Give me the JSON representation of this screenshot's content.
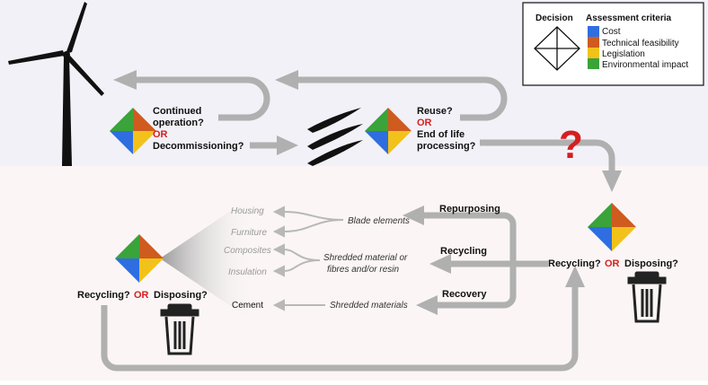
{
  "colors": {
    "top_bg": "#f1f1f7",
    "bottom_bg": "#fbf5f5",
    "arrow": "#b0b0b0",
    "accent_red": "#d62020",
    "cost": "#2f6ee0",
    "technical": "#cf5b1e",
    "legislation": "#f2c21a",
    "environmental": "#3aa33a"
  },
  "legend": {
    "decision_label": "Decision",
    "criteria_title": "Assessment criteria",
    "items": [
      "Cost",
      "Technical feasibility",
      "Legislation",
      "Environmental impact"
    ]
  },
  "decision_top_left": {
    "line1": "Continued",
    "line2": "operation?",
    "or": "OR",
    "line3": "Decommissioning?"
  },
  "decision_top_mid": {
    "line1": "Reuse?",
    "or": "OR",
    "line2": "End of life",
    "line3": "processing?"
  },
  "question_mark": "?",
  "right_decision": {
    "left": "Recycling?",
    "or": "OR",
    "right": "Disposing?"
  },
  "left_decision": {
    "left": "Recycling?",
    "or": "OR",
    "right": "Disposing?"
  },
  "routes": {
    "repurposing": "Repurposing",
    "recycling": "Recycling",
    "recovery": "Recovery"
  },
  "materials": {
    "blade_elements": "Blade elements",
    "shredded_1": "Shredded material or",
    "shredded_2": "fibres and/or resin",
    "shredded_materials": "Shredded materials"
  },
  "products": [
    "Housing",
    "Furniture",
    "Composites",
    "Insulation",
    "Cement"
  ],
  "icons": [
    "wind-turbine-icon",
    "blade-pieces-icon",
    "trash-bin-icon",
    "decision-diamond-icon"
  ]
}
